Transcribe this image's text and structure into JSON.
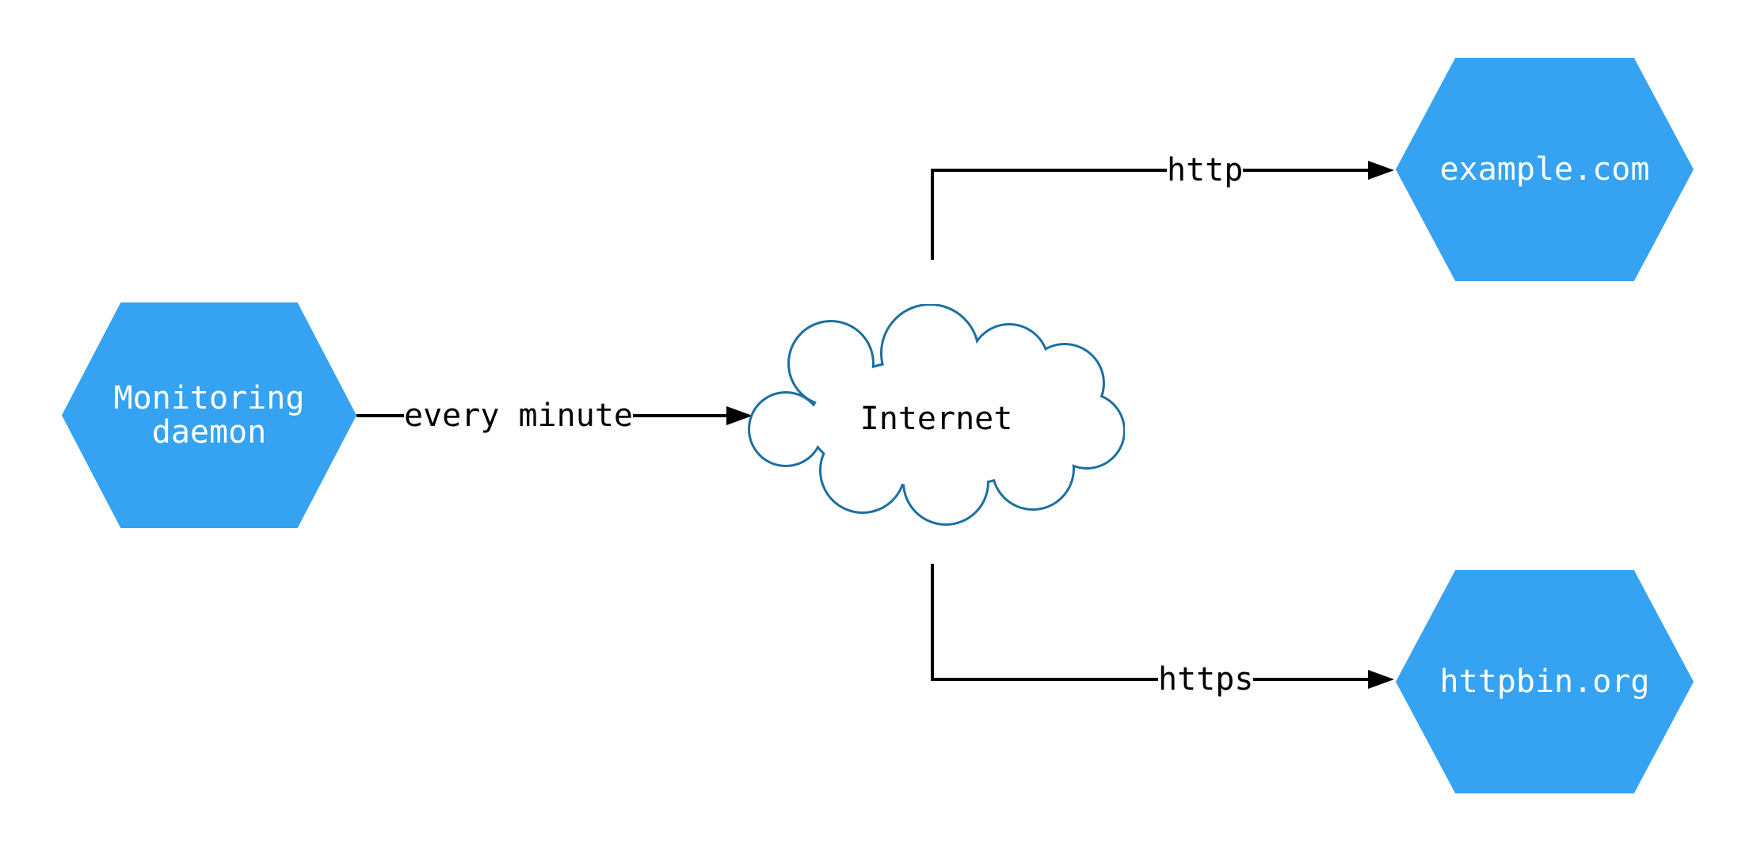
{
  "diagram": {
    "nodes": {
      "monitoring": {
        "shape": "hexagon",
        "lines": [
          "Monitoring",
          "daemon"
        ]
      },
      "internet": {
        "shape": "cloud",
        "label": "Internet"
      },
      "example": {
        "shape": "hexagon",
        "label": "example.com"
      },
      "httpbin": {
        "shape": "hexagon",
        "label": "httpbin.org"
      }
    },
    "edges": {
      "every_minute": {
        "label": "every minute",
        "from": "monitoring",
        "to": "internet"
      },
      "http": {
        "label": "http",
        "from": "internet",
        "to": "example"
      },
      "https": {
        "label": "https",
        "from": "internet",
        "to": "httpbin"
      }
    },
    "colors": {
      "hexagon_fill": "#35a2f2",
      "hexagon_text": "#ffffff",
      "cloud_stroke": "#1b6fa1",
      "cloud_fill": "#ffffff",
      "edge_color": "#000000",
      "label_color": "#000000",
      "background": "#ffffff"
    }
  }
}
